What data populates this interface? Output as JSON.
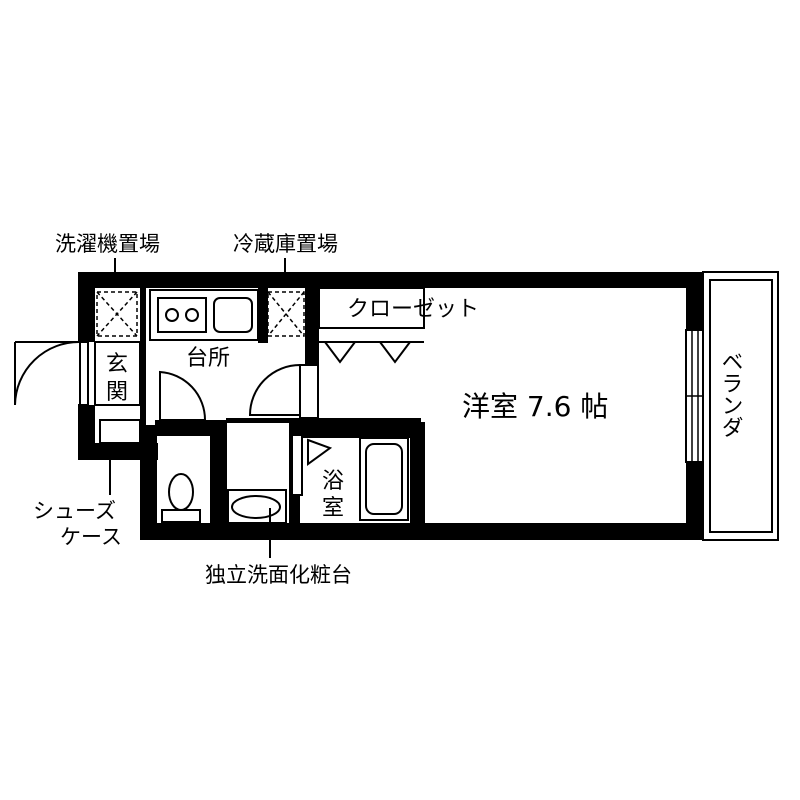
{
  "labels": {
    "washer_area": "洗濯機置場",
    "fridge_area": "冷蔵庫置場",
    "entrance_1": "玄",
    "entrance_2": "関",
    "kitchen": "台所",
    "closet": "クローゼット",
    "western_room": "洋室 7.6 帖",
    "bath_1": "浴",
    "bath_2": "室",
    "veranda": "ベランダ",
    "shoe_case_1": "シューズ",
    "shoe_case_2": "ケース",
    "vanity": "独立洗面化粧台"
  },
  "icons": [
    "washer-space-icon",
    "fridge-space-icon",
    "stove-icon",
    "sink-icon",
    "toilet-icon",
    "bathtub-icon",
    "washbasin-icon",
    "door-swing-icon",
    "window-icon"
  ]
}
